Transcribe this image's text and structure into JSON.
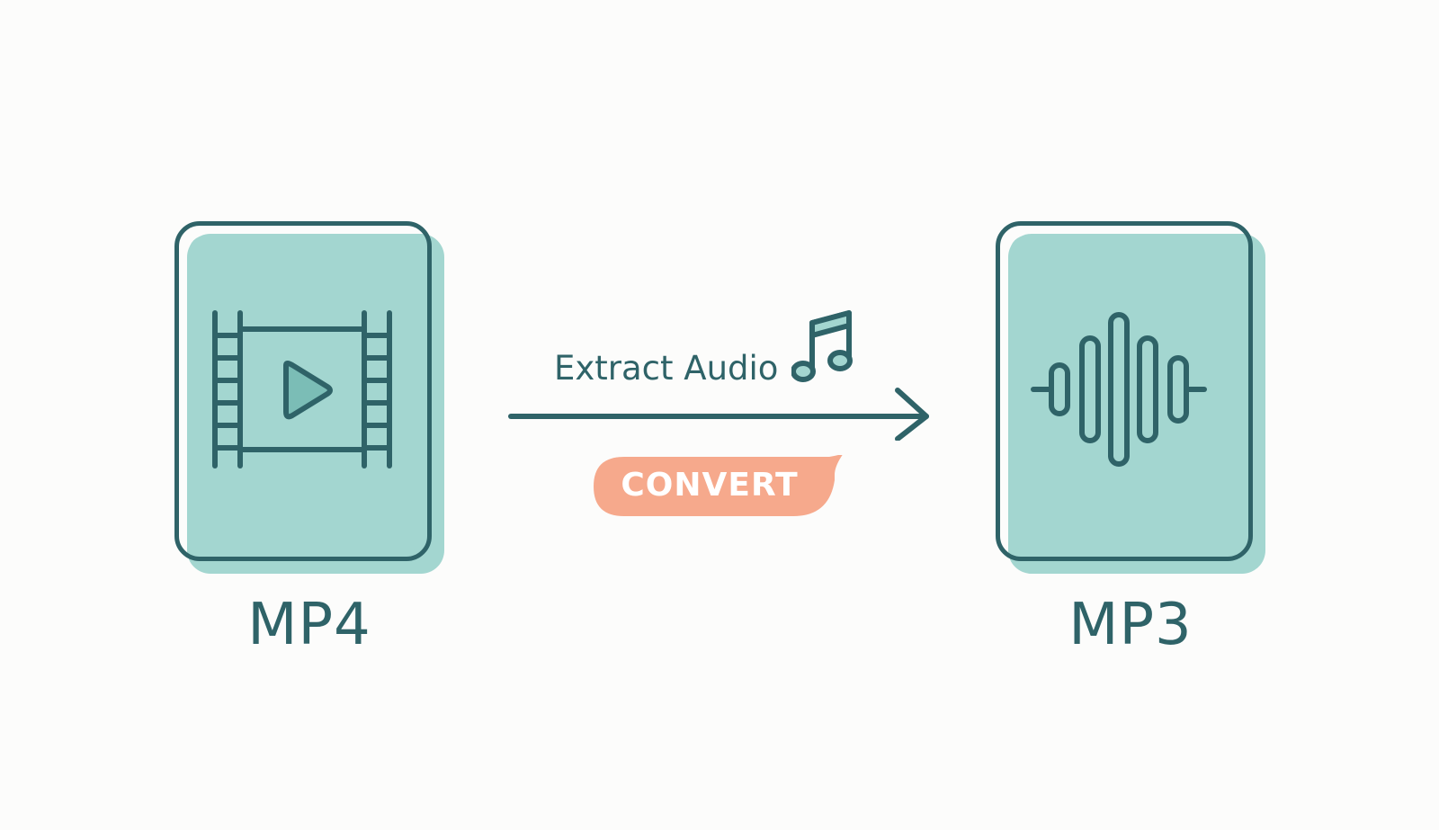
{
  "source": {
    "label": "MP4",
    "icon": "film-play-icon"
  },
  "target": {
    "label": "MP3",
    "icon": "audio-waveform-icon"
  },
  "process": {
    "label": "Extract Audio",
    "badge": "CONVERT",
    "note_icon": "music-note-icon",
    "arrow_icon": "arrow-right-icon"
  },
  "colors": {
    "stroke": "#2f6368",
    "fill": "#a3d6d0",
    "badge": "#f6a98c",
    "background": "#fcfcfb"
  }
}
